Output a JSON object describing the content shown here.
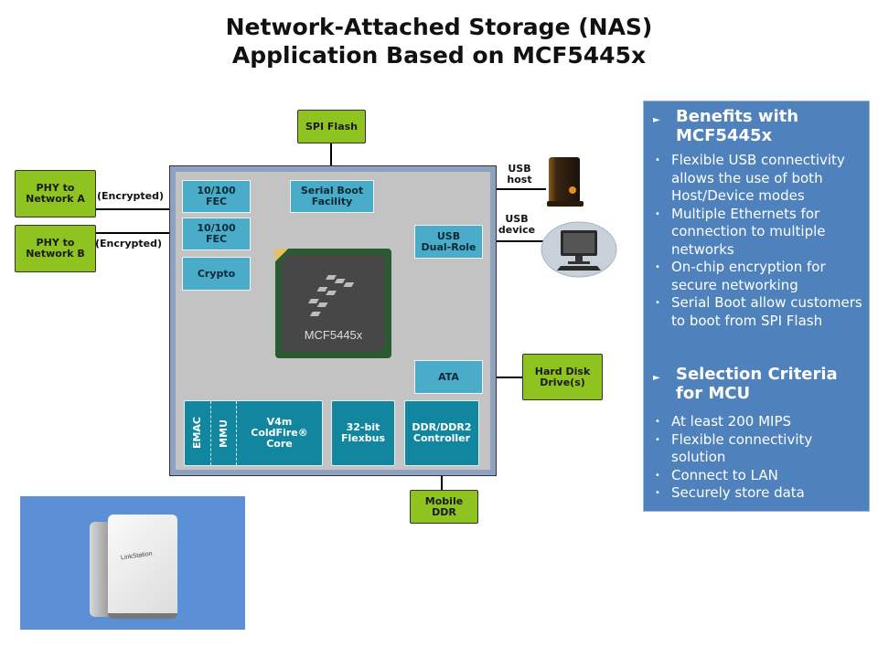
{
  "title": {
    "line1": "Network-Attached Storage (NAS)",
    "line2": "Application Based on MCF5445x"
  },
  "external": {
    "spi_flash": "SPI Flash",
    "phy_a": [
      "PHY to",
      "Network A"
    ],
    "phy_b": [
      "PHY to",
      "Network B"
    ],
    "hard_disk": [
      "Hard Disk",
      "Drive(s)"
    ],
    "mobile_ddr": [
      "Mobile",
      "DDR"
    ]
  },
  "link_labels": {
    "encrypted_a": "(Encrypted)",
    "encrypted_b": "(Encrypted)",
    "usb_host": [
      "USB",
      "host"
    ],
    "usb_device": [
      "USB",
      "device"
    ]
  },
  "chip": {
    "fec1": [
      "10/100",
      "FEC"
    ],
    "fec2": [
      "10/100",
      "FEC"
    ],
    "crypto": "Crypto",
    "serial_boot": [
      "Serial Boot",
      "Facility"
    ],
    "usb_dual_role": [
      "USB",
      "Dual-Role"
    ],
    "ata": "ATA",
    "emac": "EMAC",
    "mmu": "MMU",
    "core": [
      "V4m",
      "ColdFire®",
      "Core"
    ],
    "flexbus": [
      "32-bit",
      "Flexbus"
    ],
    "ddr_ctrl": [
      "DDR/DDR2",
      "Controller"
    ],
    "die_label": "MCF5445x"
  },
  "images": {
    "usb_host_device": "external-hard-drive",
    "usb_device_device": "desktop-computer",
    "nas_photo_label": "LinkStation"
  },
  "panel": {
    "heading1": [
      "Benefits with",
      "MCF5445x"
    ],
    "benefits": [
      "Flexible USB connectivity allows the use of both Host/Device modes",
      "Multiple Ethernets for connection to multiple networks",
      "On-chip encryption for secure networking",
      "Serial Boot allow customers to boot from SPI Flash"
    ],
    "heading2": [
      "Selection Criteria",
      "for MCU"
    ],
    "criteria": [
      "At least 200 MIPS",
      "Flexible connectivity solution",
      "Connect to LAN",
      "Securely store data"
    ]
  },
  "colors": {
    "green": "#8fc31f",
    "light_block": "#4aacc8",
    "dark_block": "#13869f",
    "panel": "#4f81bd",
    "photo_bg": "#5b8fd6"
  }
}
